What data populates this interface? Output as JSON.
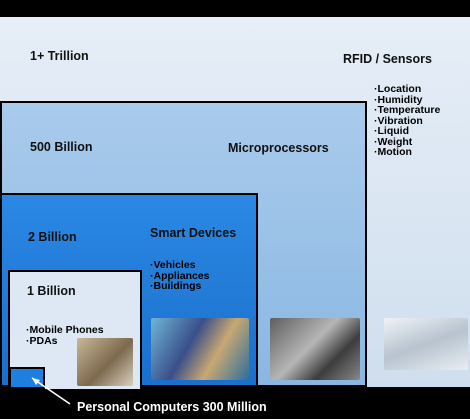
{
  "levels": {
    "trillion": {
      "count": "1+ Trillion",
      "category": "RFID / Sensors",
      "items": [
        "·Location",
        "·Humidity",
        "·Temperature",
        "·Vibration",
        "·Liquid",
        "·Weight",
        "·Motion"
      ]
    },
    "billion500": {
      "count": "500 Billion",
      "category": "Microprocessors"
    },
    "billion2": {
      "count": "2 Billion",
      "category": "Smart Devices",
      "items": [
        "·Vehicles",
        "·Appliances",
        "·Buildings"
      ]
    },
    "billion1": {
      "count": "1 Billion",
      "items": [
        "·Mobile Phones",
        "·PDAs"
      ]
    }
  },
  "footer_label": "Personal Computers 300 Million",
  "colors": {
    "trillion": "#dbe7f3",
    "billion500": "#93bde6",
    "billion2": "#1f7fe0",
    "billion1": "#dbe7f3",
    "pc": "#1f7fe0"
  }
}
